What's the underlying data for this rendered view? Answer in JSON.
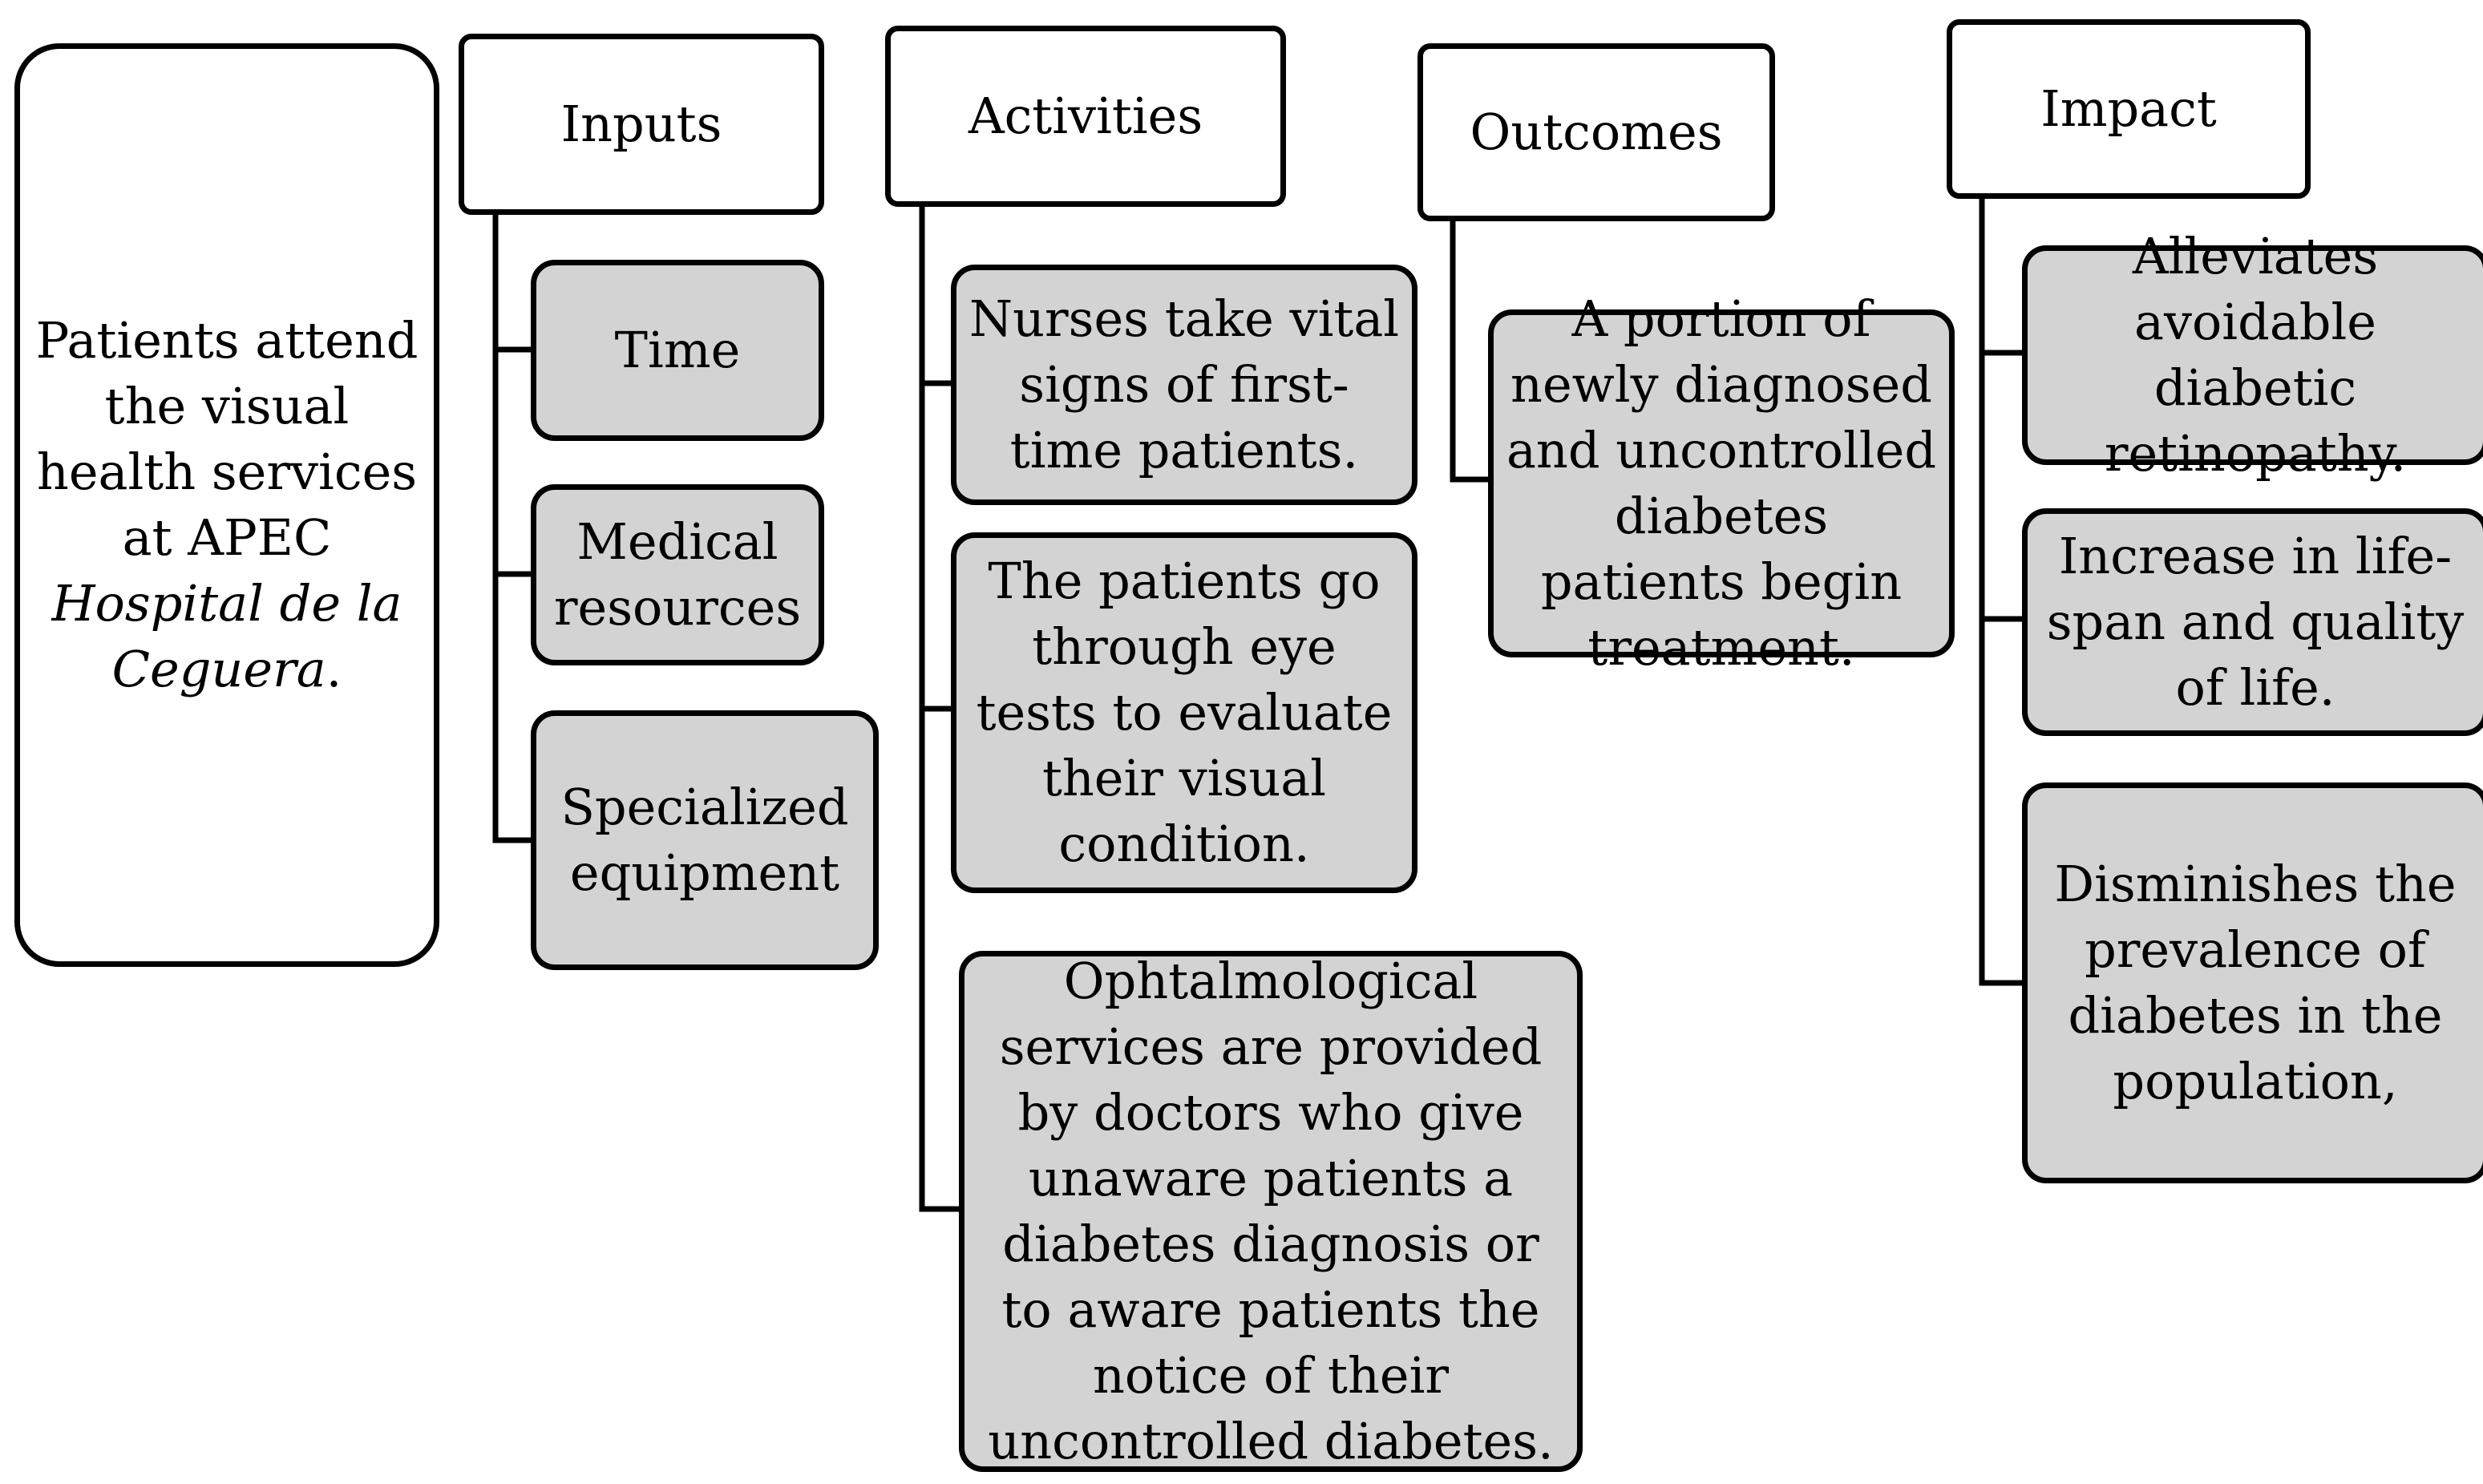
{
  "intro": {
    "text": "Patients attend the visual health services at APEC ",
    "italic": "Hospital de la Ceguera",
    "tail": "."
  },
  "columns": [
    {
      "header": "Inputs",
      "items": [
        "Time",
        "Medical resources",
        "Specialized equipment"
      ]
    },
    {
      "header": "Activities",
      "items": [
        "Nurses take vital signs of first-time patients.",
        "The patients go through eye tests to evaluate their visual condition.",
        "Ophtalmological services are provided by doctors who give unaware patients a diabetes diagnosis or to aware patients the notice of their uncontrolled diabetes."
      ]
    },
    {
      "header": "Outcomes",
      "items": [
        "A portion of newly diagnosed and uncontrolled diabetes patients begin treatment."
      ]
    },
    {
      "header": "Impact",
      "items": [
        "Alleviates avoidable diabetic retinopathy.",
        "Increase in life-span and quality of life.",
        "Disminishes the prevalence of diabetes in the population,"
      ]
    }
  ],
  "colors": {
    "box_fill": "#d3d3d3",
    "header_fill": "#ffffff",
    "stroke": "#000000"
  }
}
